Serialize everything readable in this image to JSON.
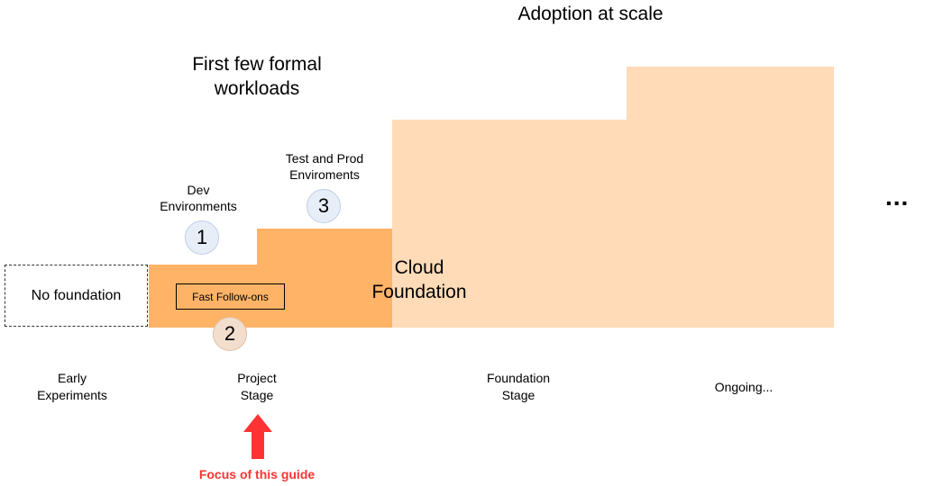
{
  "headings": {
    "adoption": "Adoption at scale",
    "first_workloads_line1": "First few formal",
    "first_workloads_line2": "workloads"
  },
  "labels": {
    "dev_env_line1": "Dev",
    "dev_env_line2": "Environments",
    "test_prod_line1": "Test and Prod",
    "test_prod_line2": "Enviroments",
    "cloud_line1": "Cloud",
    "cloud_line2": "Foundation",
    "no_foundation": "No foundation",
    "fast_follow_ons": "Fast Follow-ons",
    "ellipsis": "..."
  },
  "badges": {
    "one": "1",
    "two": "2",
    "three": "3"
  },
  "stages": {
    "early_line1": "Early",
    "early_line2": "Experiments",
    "project_line1": "Project",
    "project_line2": "Stage",
    "foundation_line1": "Foundation",
    "foundation_line2": "Stage",
    "ongoing": "Ongoing..."
  },
  "focus": {
    "text": "Focus of this guide"
  },
  "colors": {
    "dark_orange": "#ffb366",
    "light_orange": "#ffdbb8",
    "focus_red": "#ff3333",
    "badge_blue": "#e8eef8"
  }
}
